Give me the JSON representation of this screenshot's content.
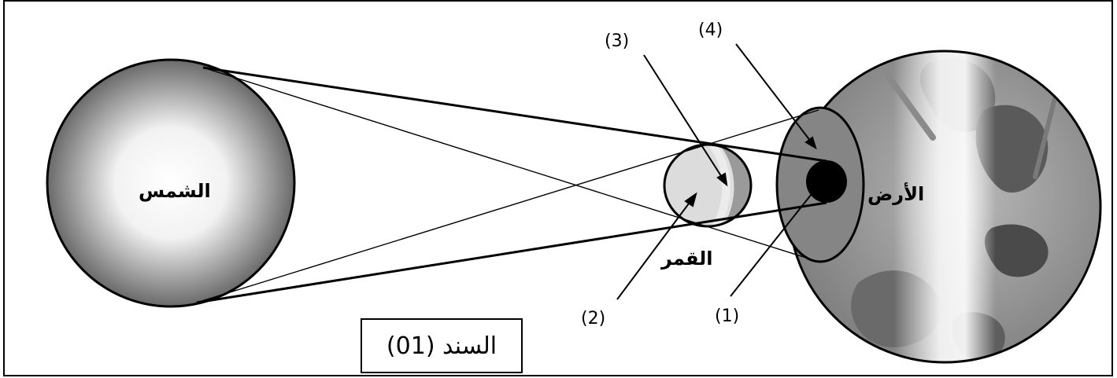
{
  "labels": {
    "sun": "الشمس",
    "moon": "القمر",
    "earth": "الأرض"
  },
  "callouts": [
    "(1)",
    "(2)",
    "(3)",
    "(4)"
  ],
  "document_label": "السند (01)"
}
